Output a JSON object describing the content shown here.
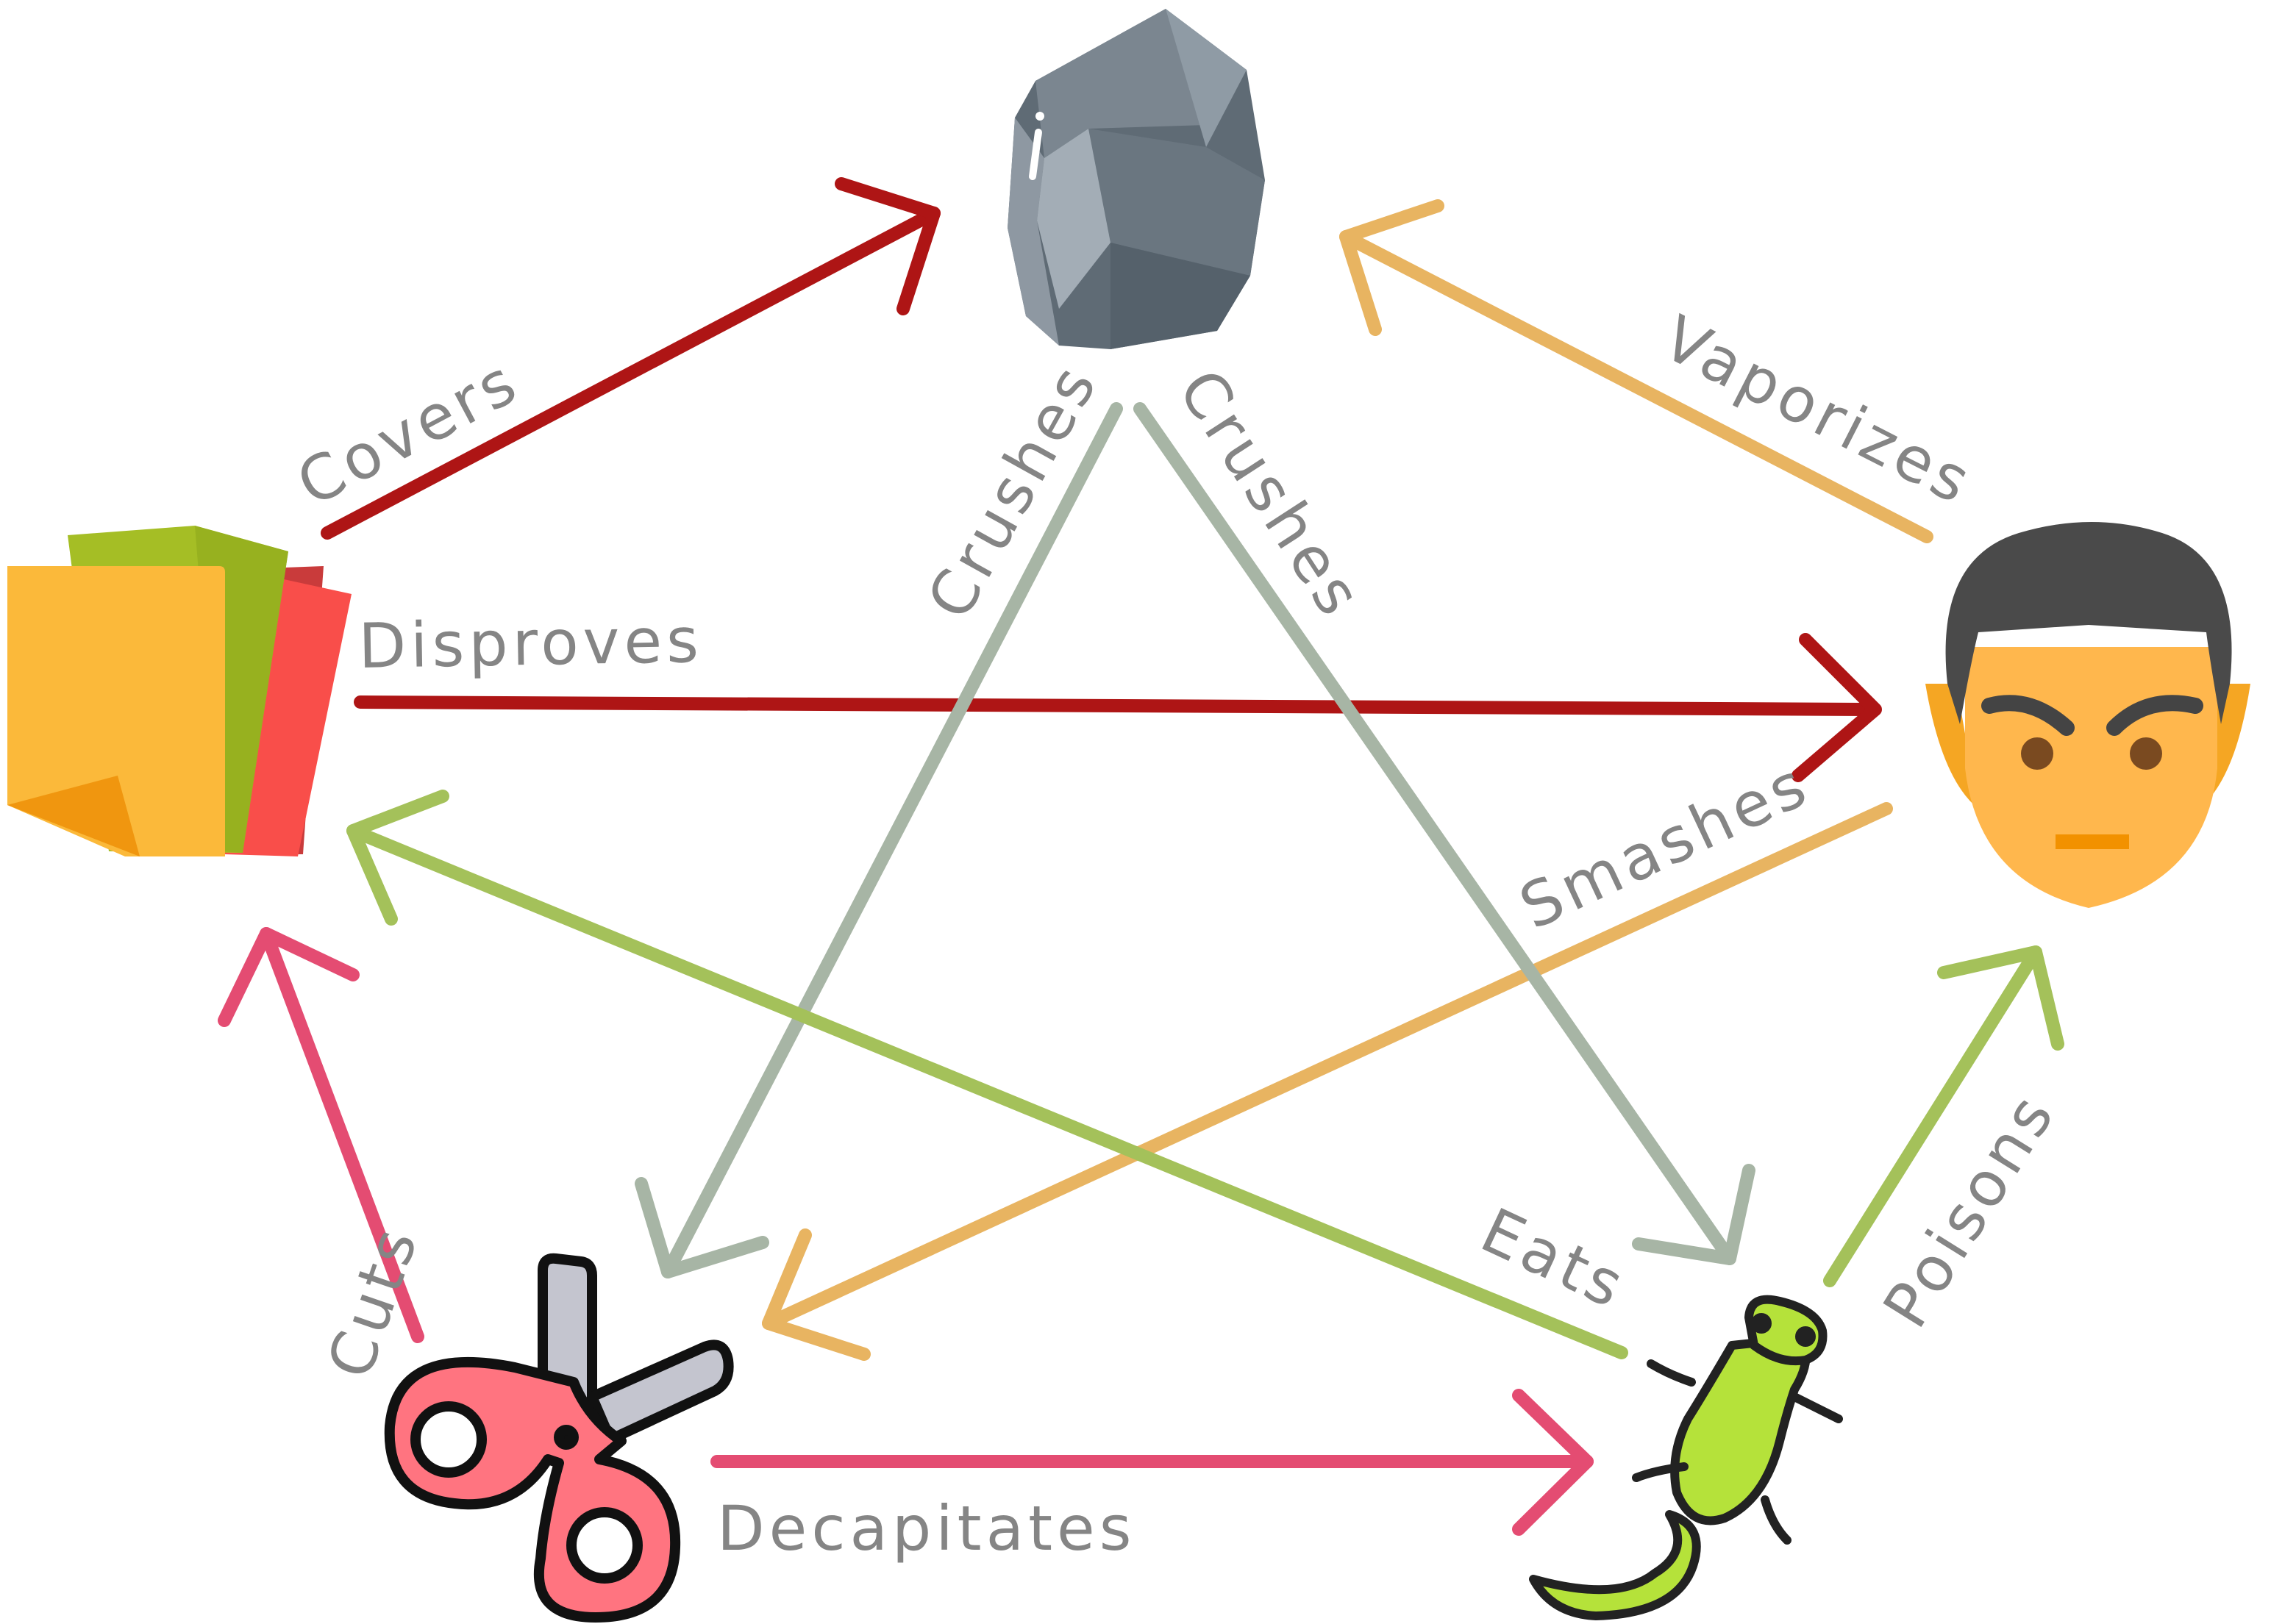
{
  "diagram": {
    "nodes": [
      {
        "id": "rock",
        "icon": "rock-icon"
      },
      {
        "id": "paper",
        "icon": "paper-icon"
      },
      {
        "id": "spock",
        "icon": "spock-face-icon"
      },
      {
        "id": "scissors",
        "icon": "scissors-icon"
      },
      {
        "id": "lizard",
        "icon": "lizard-icon"
      }
    ],
    "edges": [
      {
        "from": "paper",
        "to": "rock",
        "label": "Covers",
        "color": "#AE1515"
      },
      {
        "from": "paper",
        "to": "spock",
        "label": "Disproves",
        "color": "#AE1515"
      },
      {
        "from": "spock",
        "to": "rock",
        "label": "Vaporizes",
        "color": "#E8B461"
      },
      {
        "from": "spock",
        "to": "scissors",
        "label": "Smashes",
        "color": "#E8B461"
      },
      {
        "from": "rock",
        "to": "scissors",
        "label": "Crushes",
        "color": "#A7B5A5"
      },
      {
        "from": "rock",
        "to": "lizard",
        "label": "Crushes",
        "color": "#A7B5A5"
      },
      {
        "from": "lizard",
        "to": "paper",
        "label": "Eats",
        "color": "#A4C15A"
      },
      {
        "from": "lizard",
        "to": "spock",
        "label": "Poisons",
        "color": "#A4C15A"
      },
      {
        "from": "scissors",
        "to": "paper",
        "label": "Cuts",
        "color": "#E44C72"
      },
      {
        "from": "scissors",
        "to": "lizard",
        "label": "Decapitates",
        "color": "#E44C72"
      }
    ]
  }
}
